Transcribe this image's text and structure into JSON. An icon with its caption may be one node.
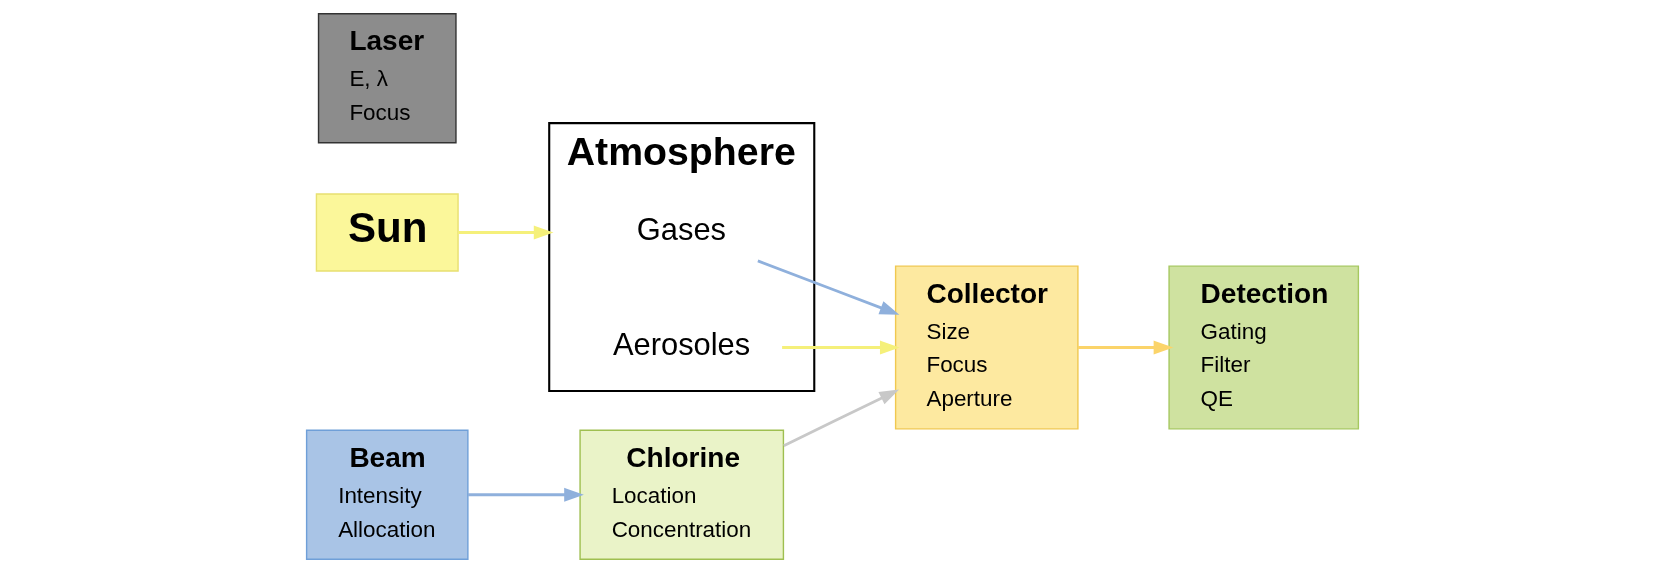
{
  "diagram": {
    "nodes": [
      {
        "text": [
          "Sun"
        ]
      },
      {
        "text": [
          "Laser",
          "E, λ",
          "Focus"
        ]
      },
      {
        "text": [
          "Beam",
          "Intensity",
          "Allocation"
        ]
      },
      {
        "text": [
          "Atmosphere"
        ]
      },
      {
        "text": [
          "Chlorine",
          "Location",
          "Concentration"
        ]
      },
      {
        "text": [
          "Gases"
        ],
        "in": 3
      },
      {
        "text": [
          "Aerosoles"
        ],
        "in": 3
      },
      {
        "text": [
          "Detection",
          "Gating",
          "Filter",
          "QE"
        ]
      },
      {
        "text": [
          "Collector",
          "Size",
          "Focus",
          "Aperture"
        ]
      }
    ],
    "edges": [
      {
        "from": 0,
        "to": 3,
        "arrow": "to",
        "color": "#f5f07a"
      },
      {
        "from": 2,
        "to": 4,
        "arrow": "to",
        "color": "#8fb0dc"
      },
      {
        "from": 4,
        "to": 8,
        "arrow": "to",
        "color": "#c8c8c8"
      },
      {
        "from": 5,
        "to": 8,
        "arrow": "to",
        "color": "#8fb0dc"
      },
      {
        "from": 6,
        "to": 8,
        "arrow": "to",
        "color": "#f5f07a"
      },
      {
        "from": 8,
        "to": 7,
        "arrow": "to",
        "color": "#fbd46a"
      }
    ]
  }
}
